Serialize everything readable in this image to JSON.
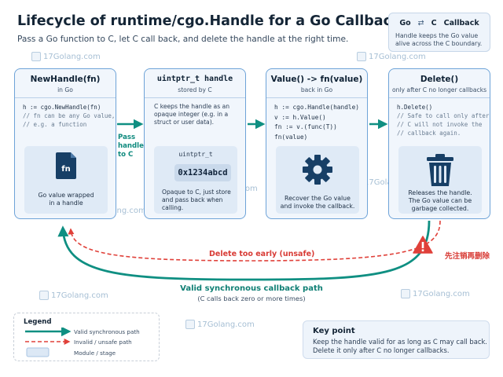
{
  "header": {
    "title": "Lifecycle of runtime/cgo.Handle for a Go Callback",
    "subtitle": "Pass a Go function to C, let C call back, and delete the handle at the right time."
  },
  "topbox": {
    "left": "Go",
    "symbol": "⇄",
    "middle": "C",
    "right": "Callback",
    "text": "Handle keeps the Go value alive across the C boundary."
  },
  "watermark": "17Golang.com",
  "stages": {
    "newhandle": {
      "title": "NewHandle(fn)",
      "subtitle": "in Go",
      "code": "h := cgo.NewHandle(fn)",
      "comment": "// fn can be any Go value,\n// e.g. a function",
      "icon_text": "fn",
      "caption": "Go value wrapped\nin a handle"
    },
    "uintptr": {
      "title": "uintptr_t handle",
      "subtitle": "stored by C",
      "desc": "C keeps the handle as an opaque integer (e.g. in a struct or user data).",
      "type_label": "uintptr_t",
      "value": "0x1234abcd",
      "caption": "Opaque to C, just store and pass back when calling."
    },
    "value": {
      "title": "Value() -> fn(value)",
      "subtitle": "back in Go",
      "code": "h := cgo.Handle(handle)\nv := h.Value()\nfn := v.(func(T))\nfn(value)",
      "caption": "Recover the Go value\nand invoke the callback."
    },
    "delete": {
      "title": "Delete()",
      "subtitle": "only after C no longer callbacks",
      "code": "h.Delete()",
      "comment": "// Safe to call only after\n// C will not invoke the\n// callback again.",
      "caption": "Releases the handle.\nThe Go value can be\ngarbage collected."
    }
  },
  "arrows": {
    "pass": "Pass\nhandle\nto C",
    "early": "Delete too early (unsafe)",
    "cn": "先注销再删除",
    "valid": "Valid synchronous callback path",
    "valid_sub": "(C calls back zero or more times)"
  },
  "legend": {
    "title": "Legend",
    "valid": "Valid synchronous path",
    "invalid": "Invalid / unsafe path",
    "module": "Module / stage"
  },
  "keypoint": {
    "title": "Key point",
    "text": "Keep the handle valid for as long as C may call back. Delete it only after C no longer callbacks."
  },
  "colors": {
    "valid": "#0f8f82",
    "invalid": "#e0413a",
    "stage_border": "#6ea3d8",
    "stage_fill": "#f1f6fc"
  }
}
